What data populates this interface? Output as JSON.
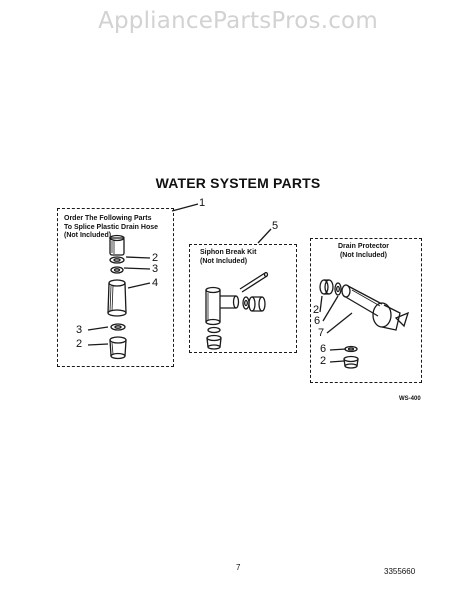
{
  "watermark": "AppliancePartsPros.com",
  "title": "WATER SYSTEM PARTS",
  "group1": {
    "lines": [
      "Order The Following Parts",
      "To Splice Plastic Drain Hose",
      "(Not Included)"
    ],
    "callout": "1",
    "labels": [
      "2",
      "3",
      "4",
      "3",
      "2"
    ]
  },
  "group2": {
    "lines": [
      "Siphon Break Kit",
      "(Not Included)"
    ],
    "callout": "5"
  },
  "group3": {
    "lines": [
      "Drain Protector",
      "(Not Included)"
    ],
    "labels": [
      "2",
      "6",
      "7",
      "6",
      "2"
    ]
  },
  "ref_code": "WS-400",
  "page_number": "7",
  "doc_number": "3355660"
}
